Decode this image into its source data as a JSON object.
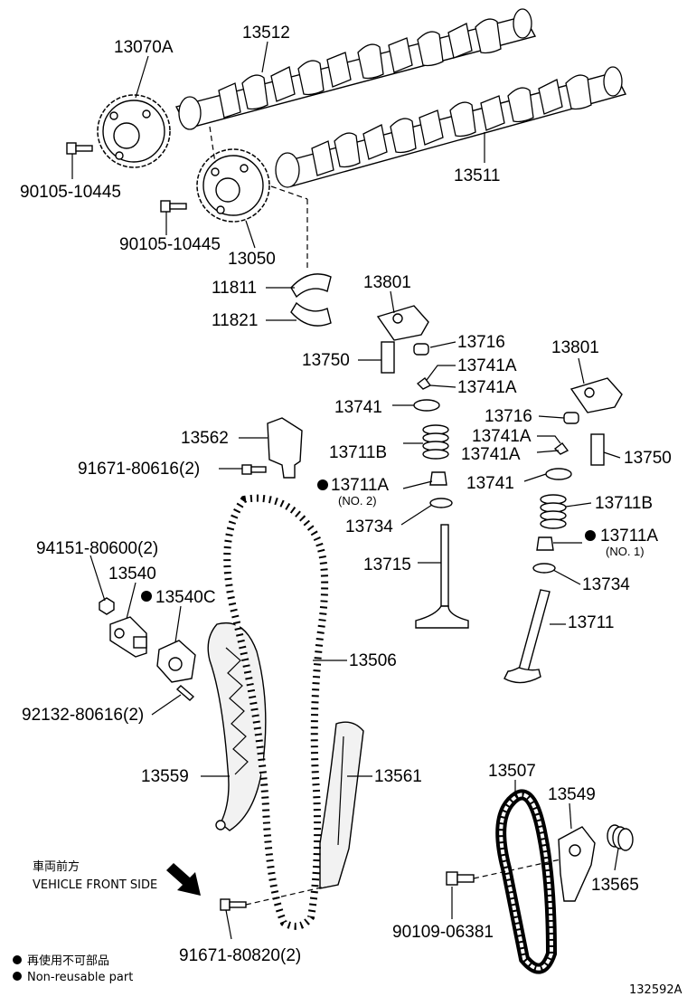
{
  "parts": {
    "p13070A": "13070A",
    "p13512": "13512",
    "p13511": "13511",
    "p90105_a": "90105-10445",
    "p90105_b": "90105-10445",
    "p13050": "13050",
    "p11811": "11811",
    "p11821": "11821",
    "p13801_a": "13801",
    "p13750_a": "13750",
    "p13716_a": "13716",
    "p13741A_a1": "13741A",
    "p13741A_a2": "13741A",
    "p13741_a": "13741",
    "p13801_b": "13801",
    "p13716_b": "13716",
    "p13741A_b1": "13741A",
    "p13741A_b2": "13741A",
    "p13750_b": "13750",
    "p13562": "13562",
    "p91671_80616": "91671-80616(2)",
    "p13711B_a": "13711B",
    "p13711A_a": "13711A",
    "p13711A_a_note": "(NO. 2)",
    "p13741_b": "13741",
    "p13734_a": "13734",
    "p13711B_b": "13711B",
    "p13711A_b": "13711A",
    "p13711A_b_note": "(NO. 1)",
    "p94151": "94151-80600(2)",
    "p13540": "13540",
    "p13540C": "13540C",
    "p13715": "13715",
    "p13734_b": "13734",
    "p13711": "13711",
    "p13506": "13506",
    "p92132": "92132-80616(2)",
    "p13559": "13559",
    "p13561": "13561",
    "p13507": "13507",
    "p13549": "13549",
    "p13565": "13565",
    "p90109": "90109-06381",
    "p91671_80820": "91671-80820(2)"
  },
  "front_note_jp": "車両前方",
  "front_note_en": "VEHICLE FRONT SIDE",
  "legend_jp": "再使用不可部品",
  "legend_en": "Non-reusable part",
  "figure_id": "132592A"
}
